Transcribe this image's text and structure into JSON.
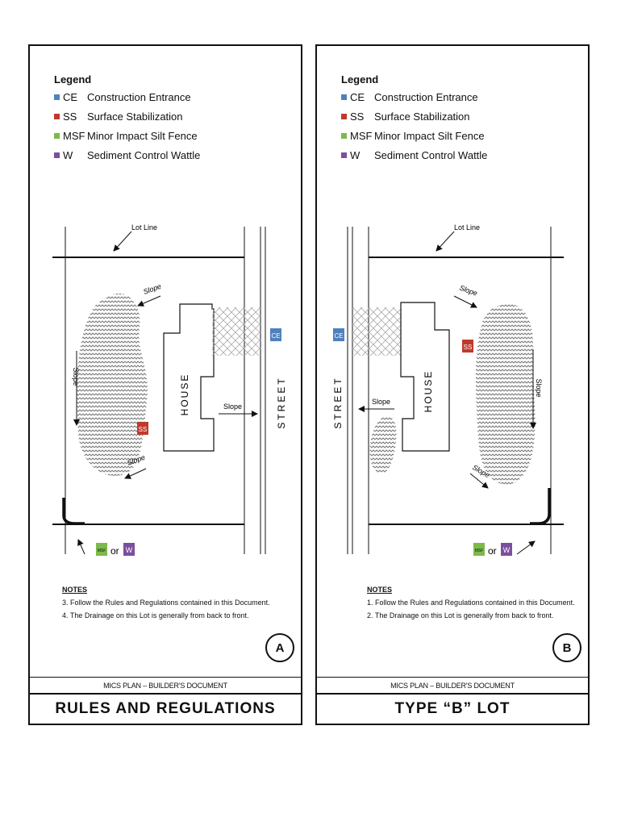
{
  "legend": {
    "title": "Legend",
    "items": [
      {
        "code": "CE",
        "label": "Construction Entrance",
        "color": "#4f81bd"
      },
      {
        "code": "SS",
        "label": "Surface Stabilization",
        "color": "#c0392b"
      },
      {
        "code": "MSF",
        "label": "Minor Impact Silt Fence",
        "color": "#7cba4a"
      },
      {
        "code": "W",
        "label": "Sediment Control Wattle",
        "color": "#7b4fa0"
      }
    ]
  },
  "panel_a": {
    "lot_line": "Lot Line",
    "slope": "Slope",
    "house": "HOUSE",
    "street": "STREET",
    "ce_tag": "CE",
    "ss_tag": "SS",
    "msf_tag": "MSF",
    "w_tag": "W",
    "or_text": "or",
    "notes_title": "NOTES",
    "notes": [
      "3. Follow the Rules and Regulations contained in this Document.",
      "4. The Drainage on this Lot is generally from back to front."
    ],
    "badge": "A",
    "doc_label": "MICS PLAN – BUILDER'S DOCUMENT",
    "title": "RULES AND REGULATIONS"
  },
  "panel_b": {
    "lot_line": "Lot Line",
    "slope": "Slope",
    "house": "HOUSE",
    "street": "STREET",
    "ce_tag": "CE",
    "ss_tag": "SS",
    "msf_tag": "MSF",
    "w_tag": "W",
    "or_text": "or",
    "notes_title": "NOTES",
    "notes": [
      "1. Follow the Rules and Regulations contained in this Document.",
      "2. The Drainage on this Lot is generally from back to front."
    ],
    "badge": "B",
    "doc_label": "MICS PLAN – BUILDER'S DOCUMENT",
    "title": "TYPE “B” LOT"
  }
}
